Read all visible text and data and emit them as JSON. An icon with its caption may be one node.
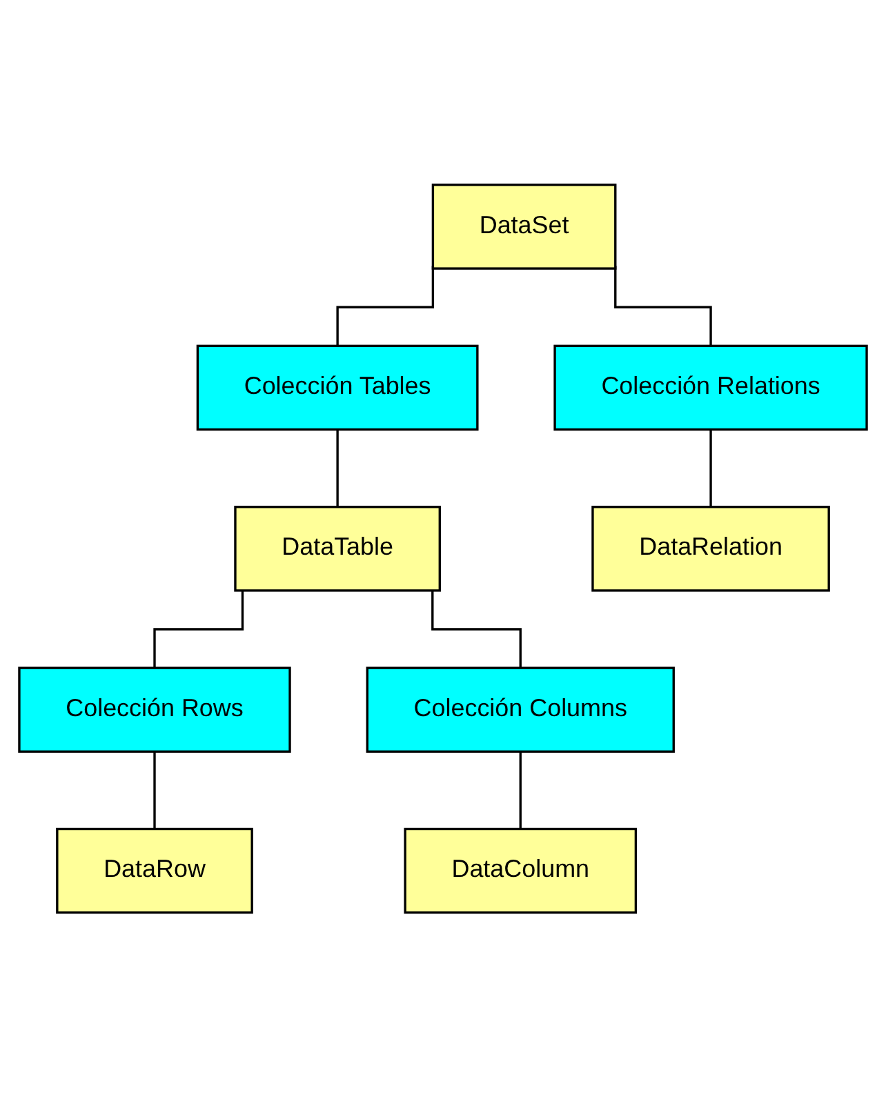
{
  "diagram": {
    "nodes": [
      {
        "text": [
          "DataSet"
        ]
      },
      {
        "text": [
          "Colección Tables"
        ]
      },
      {
        "text": [
          "DataTable"
        ]
      },
      {
        "text": [
          "Colección Rows"
        ]
      },
      {
        "text": [
          "DataRow"
        ]
      },
      {
        "text": [
          "Colección Columns"
        ]
      },
      {
        "text": [
          "DataColumn"
        ]
      },
      {
        "text": [
          "Colección Relations"
        ]
      },
      {
        "text": [
          "DataRelation"
        ]
      }
    ],
    "edges": [
      {
        "from": 0,
        "to": 1,
        "arrow": "none"
      },
      {
        "from": 1,
        "to": 2,
        "arrow": "none"
      },
      {
        "from": 2,
        "to": 3,
        "arrow": "none"
      },
      {
        "from": 3,
        "to": 4,
        "arrow": "none"
      },
      {
        "from": 2,
        "to": 5,
        "arrow": "none"
      },
      {
        "from": 5,
        "to": 6,
        "arrow": "none"
      },
      {
        "from": 0,
        "to": 7,
        "arrow": "none"
      },
      {
        "from": 7,
        "to": 8,
        "arrow": "none"
      }
    ]
  }
}
